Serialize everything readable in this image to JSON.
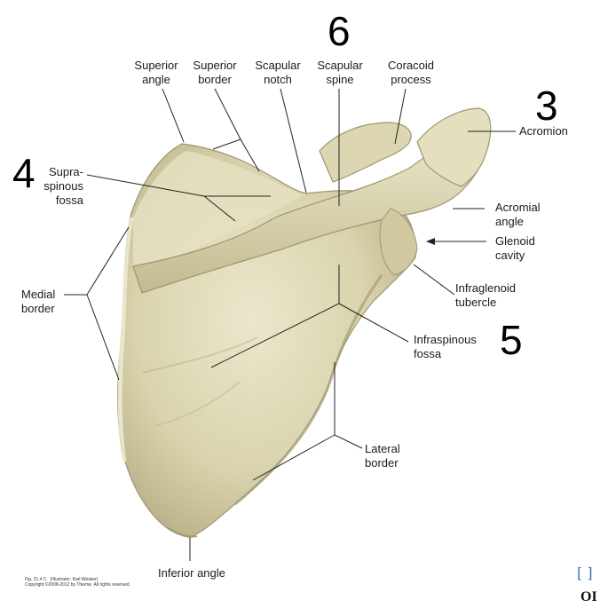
{
  "labels": {
    "superior_angle": "Superior\nangle",
    "superior_border": "Superior\nborder",
    "scapular_notch": "Scapular\nnotch",
    "scapular_spine": "Scapular\nspine",
    "coracoid_process": "Coracoid\nprocess",
    "acromion": "Acromion",
    "supraspinous_fossa": "Supra-\nspinous\nfossa",
    "acromial_angle": "Acromial\nangle",
    "glenoid_cavity": "Glenoid\ncavity",
    "medial_border": "Medial\nborder",
    "infraglenoid_tubercle": "Infraglenoid\ntubercle",
    "infraspinous_fossa": "Infraspinous\nfossa",
    "lateral_border": "Lateral\nborder",
    "inferior_angle": "Inferior angle"
  },
  "numbers": {
    "n6": "6",
    "n3": "3",
    "n4": "4",
    "n5": "5"
  },
  "credit": "Fig. 21.4 C   (Illustrator: Karl Wesker)\nCopyright ©2008-2012 by Thieme. All rights reserved.",
  "corner": {
    "mark": "[ ]",
    "text": "OI"
  },
  "colors": {
    "bone_base": "#d9d3ad",
    "bone_light": "#ebe7cc",
    "bone_shadow": "#b3ab82",
    "leader": "#222222"
  }
}
